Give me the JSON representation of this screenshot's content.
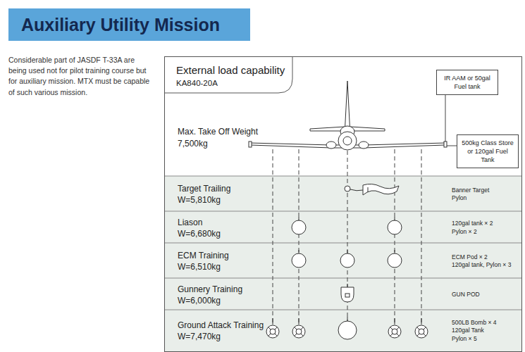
{
  "diagram": {
    "title": "Auxiliary Utility Mission",
    "nodes": [
      {
        "text": [
          "External load capability",
          "KA840-20A"
        ]
      },
      {
        "text": [
          "IR AAM or 50gal Fuel tank"
        ],
        "in": 0
      },
      {
        "text": [
          "500kg Class Store or 120gal Fuel Tank"
        ],
        "in": 0
      },
      {
        "text": [
          "Target Trailing",
          "W=5,810kg",
          "Banner Target",
          "Pylon"
        ],
        "in": 0
      },
      {
        "text": [
          "Liason",
          "W=6,680kg",
          "120gal tank × 2",
          "Pylon × 2"
        ],
        "in": 0
      },
      {
        "text": [
          "ECM Training",
          "W=6,510kg",
          "ECM Pod × 2",
          "120gal tank, Pylon × 3"
        ],
        "in": 0
      },
      {
        "text": [
          "Gunnery Training",
          "W=6,000kg",
          "GUN POD"
        ],
        "in": 0
      },
      {
        "text": [
          "Ground Attack Training",
          "W=7,470kg",
          "500LB Bomb × 4",
          "120gal Tank",
          "Pylon × 5"
        ],
        "in": 0
      }
    ],
    "labels": [
      "Considerable part of JASDF T-33A are being used not for pilot training course but for auxiliary mission. MTX must be capable of such various mission.",
      "Max. Take Off Weight",
      "7,500kg"
    ]
  }
}
